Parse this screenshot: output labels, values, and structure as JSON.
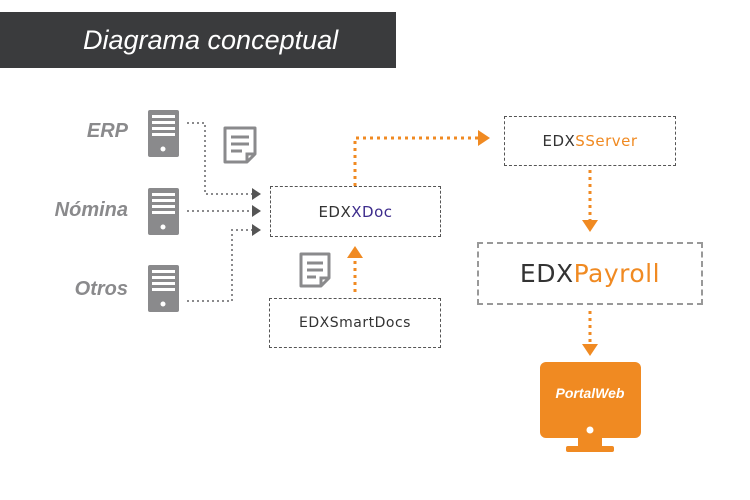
{
  "title": "Diagrama conceptual",
  "sources": [
    "ERP",
    "Nómina",
    "Otros"
  ],
  "nodes": {
    "edxxdoc": {
      "prefix": "EDX",
      "suffix": "XDoc"
    },
    "smartdocs": {
      "prefix": "EDX",
      "suffix": "SmartDocs"
    },
    "sserver": {
      "prefix": "EDX",
      "suffix": "SServer"
    },
    "payroll": {
      "prefix": "EDX",
      "suffix": "Payroll"
    },
    "portal": "PortalWeb"
  },
  "colors": {
    "banner": "#3a3b3d",
    "accent": "#f08a22",
    "gray": "#8a8a8c",
    "purple": "#3d2c8c"
  },
  "icons": [
    "server-icon",
    "document-icon",
    "monitor-icon"
  ]
}
